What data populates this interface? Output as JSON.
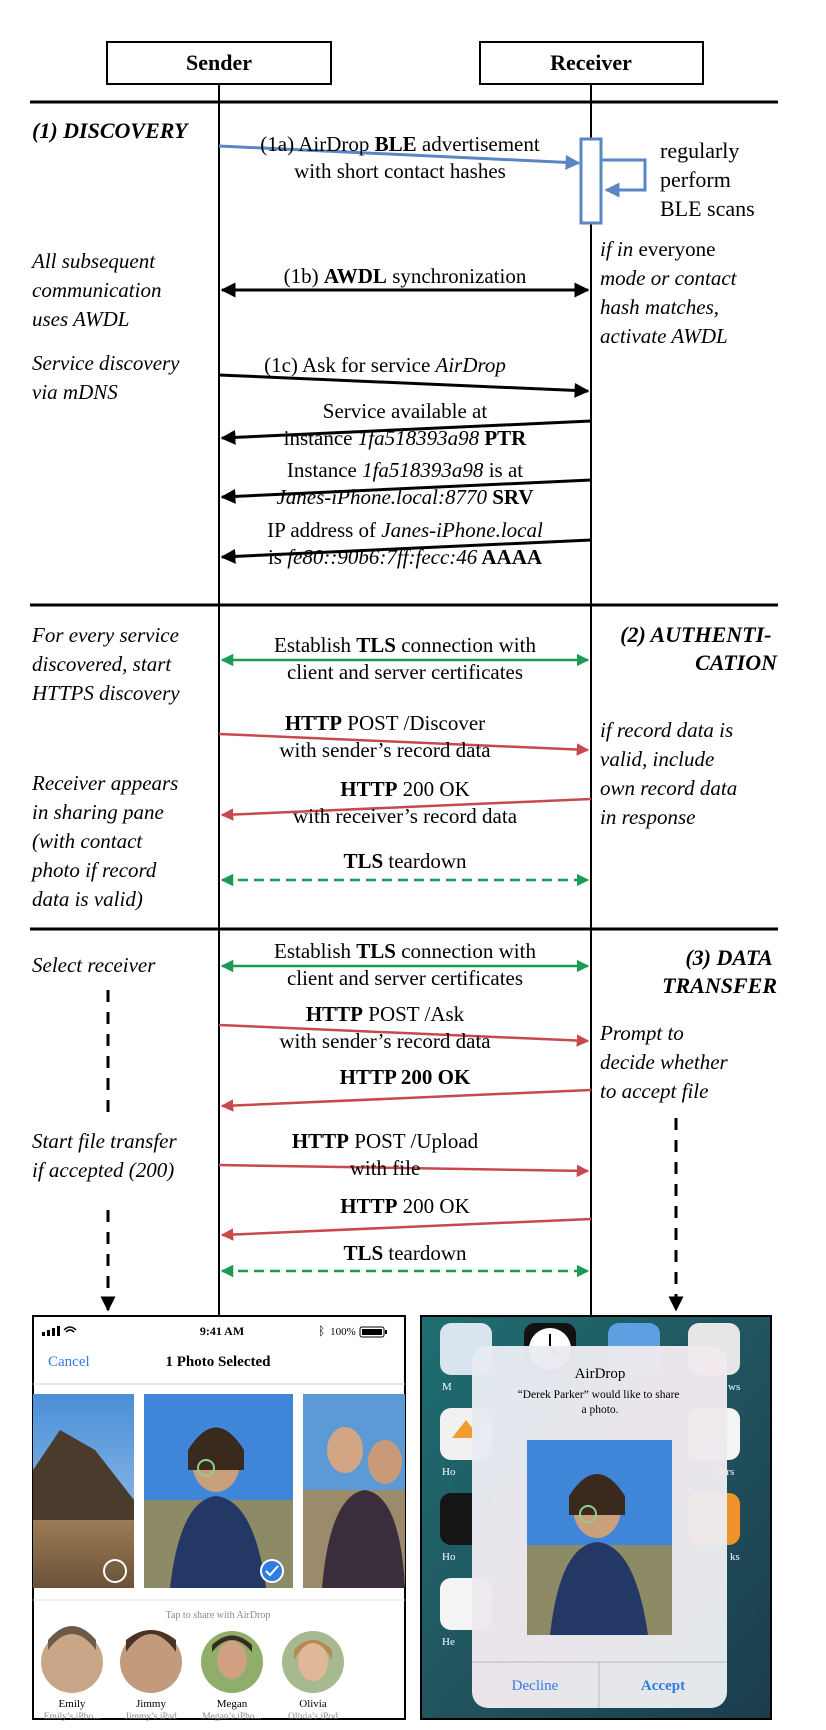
{
  "header": {
    "sender": "Sender",
    "receiver": "Receiver"
  },
  "phases": {
    "discovery": "(1) DISCOVERY",
    "authentication": [
      "(2) AUTHENTI-",
      "CATION"
    ],
    "transfer": [
      "(3) DATA",
      "TRANSFER"
    ]
  },
  "notes_left": {
    "awdl": [
      "All subsequent",
      "communication",
      "uses AWDL"
    ],
    "mdns": [
      "Service discovery",
      "via mDNS"
    ],
    "https": [
      "For every service",
      "discovered, start",
      "HTTPS discovery"
    ],
    "pane": [
      "Receiver appears",
      "in sharing pane",
      "(with contact",
      "photo if record",
      "data is valid)"
    ],
    "select": [
      "Select receiver"
    ],
    "start": [
      "Start file transfer",
      "if accepted (200)"
    ]
  },
  "notes_right": {
    "scan": [
      "regularly",
      "perform",
      "BLE scans"
    ],
    "activate": {
      "line1_a": "if in",
      "line1_b": " everyone",
      "rest": [
        "mode or contact",
        "hash matches,",
        "activate AWDL"
      ]
    },
    "record": [
      "if record data is",
      "valid, include",
      "own record data",
      "in response"
    ],
    "prompt": [
      "Prompt to",
      "decide whether",
      "to accept file"
    ]
  },
  "messages": {
    "m1a": [
      [
        {
          "t": "(1a) AirDrop "
        },
        {
          "t": "BLE",
          "s": "b"
        },
        {
          "t": " advertisement"
        }
      ],
      [
        {
          "t": "with short contact hashes"
        }
      ]
    ],
    "m1b": [
      [
        {
          "t": "(1b) "
        },
        {
          "t": "AWDL",
          "s": "b"
        },
        {
          "t": " synchronization"
        }
      ]
    ],
    "m1c": [
      [
        {
          "t": "(1c) Ask for service "
        },
        {
          "t": "AirDrop",
          "s": "i"
        }
      ]
    ],
    "ptr": [
      [
        {
          "t": "Service available at"
        }
      ],
      [
        {
          "t": "instance "
        },
        {
          "t": "1fa518393a98",
          "s": "i"
        },
        {
          "t": " PTR",
          "s": "b"
        }
      ]
    ],
    "srv": [
      [
        {
          "t": "Instance "
        },
        {
          "t": "1fa518393a98",
          "s": "i"
        },
        {
          "t": " is at"
        }
      ],
      [
        {
          "t": "Janes-iPhone.local:8770",
          "s": "i"
        },
        {
          "t": " SRV",
          "s": "b"
        }
      ]
    ],
    "aaaa": [
      [
        {
          "t": "IP address of "
        },
        {
          "t": "Janes-iPhone.local",
          "s": "i"
        }
      ],
      [
        {
          "t": "is "
        },
        {
          "t": "fe80::90b6:7ff:fecc:46",
          "s": "i"
        },
        {
          "t": " AAAA",
          "s": "b"
        }
      ]
    ],
    "tls1": [
      [
        {
          "t": "Establish "
        },
        {
          "t": "TLS",
          "s": "b"
        },
        {
          "t": " connection with"
        }
      ],
      [
        {
          "t": "client and server certificates"
        }
      ]
    ],
    "discover": [
      [
        {
          "t": "HTTP",
          "s": "b"
        },
        {
          "t": " POST /Discover"
        }
      ],
      [
        {
          "t": "with sender’s record data"
        }
      ]
    ],
    "ok1": [
      [
        {
          "t": "HTTP",
          "s": "b"
        },
        {
          "t": " 200 OK"
        }
      ],
      [
        {
          "t": "with receiver’s record data"
        }
      ]
    ],
    "td1": [
      [
        {
          "t": "TLS",
          "s": "b"
        },
        {
          "t": " teardown"
        }
      ]
    ],
    "tls2": [
      [
        {
          "t": "Establish "
        },
        {
          "t": "TLS",
          "s": "b"
        },
        {
          "t": " connection with"
        }
      ],
      [
        {
          "t": "client and server certificates"
        }
      ]
    ],
    "ask": [
      [
        {
          "t": "HTTP",
          "s": "b"
        },
        {
          "t": " POST /Ask"
        }
      ],
      [
        {
          "t": "with sender’s record data"
        }
      ]
    ],
    "ok2": [
      [
        {
          "t": "HTTP 200 OK",
          "s": "b"
        }
      ]
    ],
    "upload": [
      [
        {
          "t": "HTTP",
          "s": "b"
        },
        {
          "t": " POST /Upload"
        }
      ],
      [
        {
          "t": "with file"
        }
      ]
    ],
    "ok3": [
      [
        {
          "t": "HTTP",
          "s": "b"
        },
        {
          "t": " 200 OK"
        }
      ]
    ],
    "td2": [
      [
        {
          "t": "TLS",
          "s": "b"
        },
        {
          "t": " teardown"
        }
      ]
    ]
  },
  "phone_sender": {
    "time": "9:41 AM",
    "battery": "100%",
    "cancel": "Cancel",
    "title": "1 Photo Selected",
    "share_hint": "Tap to share with AirDrop",
    "contacts": [
      {
        "name": "Emily",
        "device": "Emily’s iPho..."
      },
      {
        "name": "Jimmy",
        "device": "Jimmy’s iPad"
      },
      {
        "name": "Megan",
        "device": "Megan’s iPho..."
      },
      {
        "name": "Olivia",
        "device": "Olivia’s iPod"
      }
    ]
  },
  "phone_receiver": {
    "title": "AirDrop",
    "message": [
      "“Derek Parker” would like to share",
      "a photo."
    ],
    "decline": "Decline",
    "accept": "Accept",
    "bg_labels": [
      "M",
      "ws",
      "Ho",
      "ders",
      "Ho",
      "ks",
      "He"
    ]
  },
  "colors": {
    "ble": "#5b86c4",
    "black": "#000000",
    "tls": "#1c9a55",
    "http": "#c9484c",
    "ios_blue": "#2f7de1"
  }
}
